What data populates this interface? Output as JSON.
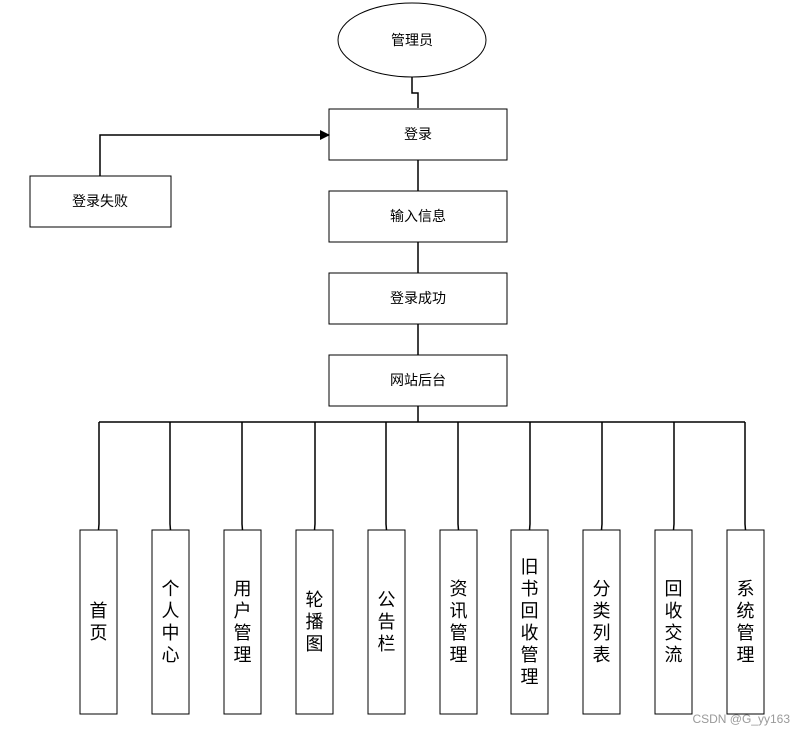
{
  "root": "管理员",
  "flow": [
    "登录",
    "输入信息",
    "登录成功",
    "网站后台"
  ],
  "failure": "登录失败",
  "modules": [
    "首页",
    "个人中心",
    "用户管理",
    "轮播图",
    "公告栏",
    "资讯管理",
    "旧书回收管理",
    "分类列表",
    "回收交流",
    "系统管理"
  ],
  "watermark": "CSDN @G_yy163"
}
